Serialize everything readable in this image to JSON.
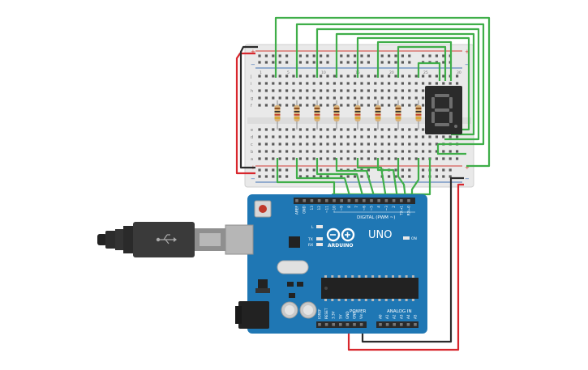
{
  "canvas": {
    "background": "#ffffff"
  },
  "colors": {
    "breadboard": "#e9e9e9",
    "rail_red": "#d23c32",
    "rail_blue": "#3d6fb4",
    "wire_green": "#3fae49",
    "wire_red": "#d8272d",
    "wire_black": "#2b2b2b",
    "arduino_blue": "#1f77b4",
    "display_body": "#2b2b2b",
    "segment_off": "#6e6e6e",
    "resistor_body": "#d9b27a"
  },
  "breadboard": {
    "rail_plus": "+",
    "rail_minus": "−",
    "row_letters_top": [
      "j",
      "i",
      "h",
      "g",
      "f"
    ],
    "row_letters_bottom": [
      "e",
      "d",
      "c",
      "b",
      "a"
    ],
    "column_numbers": [
      "1",
      "5",
      "10",
      "15",
      "20",
      "25",
      "30"
    ]
  },
  "arduino": {
    "board_name": "UNO",
    "brand_label": "ARDUINO",
    "on_label": "ON",
    "digital_label": "DIGITAL (PWM ~)",
    "digital_pins": [
      "AREF",
      "GND",
      "13",
      "12",
      "~11",
      "~10",
      "~9",
      "8",
      "7",
      "~6",
      "~5",
      "4",
      "~3",
      "2",
      "TX→1",
      "RX←0"
    ],
    "led_labels": [
      "L",
      "TX",
      "RX"
    ],
    "power_label": "POWER",
    "power_pins": [
      "IOREF",
      "RESET",
      "3.3V",
      "5V",
      "GND",
      "GND",
      "Vin"
    ],
    "analog_label": "ANALOG IN",
    "analog_pins": [
      "A0",
      "A1",
      "A2",
      "A3",
      "A4",
      "A5"
    ]
  },
  "display": {
    "digit": "8"
  },
  "resistor_count": 8,
  "usb_cable": {
    "icon": "usb-icon"
  }
}
